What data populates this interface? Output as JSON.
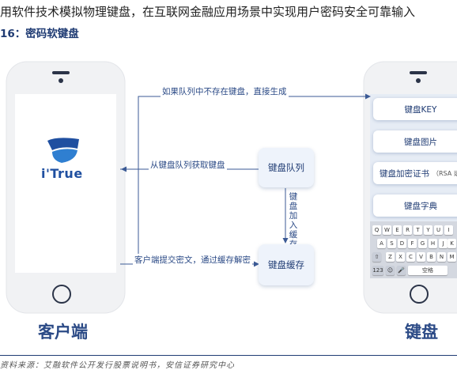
{
  "header": {
    "intro": "用软件技术模拟物理键盘，在互联网金融应用场景中实现用户密码安全可靠输入",
    "figure_title": "16：密码软键盘"
  },
  "client": {
    "logo_text": "i'True",
    "label": "客户端"
  },
  "keyboard": {
    "label": "键盘",
    "items": [
      {
        "label": "键盘KEY",
        "sub": ""
      },
      {
        "label": "键盘图片",
        "sub": ""
      },
      {
        "label": "键盘加密证书",
        "sub": "（RSA 或 S"
      },
      {
        "label": "键盘字典",
        "sub": ""
      }
    ],
    "rows": [
      [
        "Q",
        "W",
        "E",
        "R",
        "T",
        "Y",
        "U",
        "I"
      ],
      [
        "A",
        "S",
        "D",
        "F",
        "G",
        "H",
        "J",
        "K"
      ],
      [
        "⇧",
        "Z",
        "X",
        "C",
        "V",
        "B",
        "N",
        "M"
      ],
      [
        "123",
        "☺",
        "🎤",
        "空格"
      ]
    ]
  },
  "flow": {
    "top_arrow": "如果队列中不存在键盘，直接生成",
    "queue_arrow": "从键盘队列获取键盘",
    "cache_arrow": "客户端提交密文，通过缓存解密",
    "vertical": "键盘加入缓存",
    "queue_node": "键盘队列",
    "cache_node": "键盘缓存"
  },
  "footer": {
    "source": "资料来源：艾融软件公开发行股票说明书，安信证券研究中心"
  },
  "colors": {
    "accent": "#1f3b73",
    "line": "#3b5a95",
    "phone_body": "#f1f2f4"
  }
}
